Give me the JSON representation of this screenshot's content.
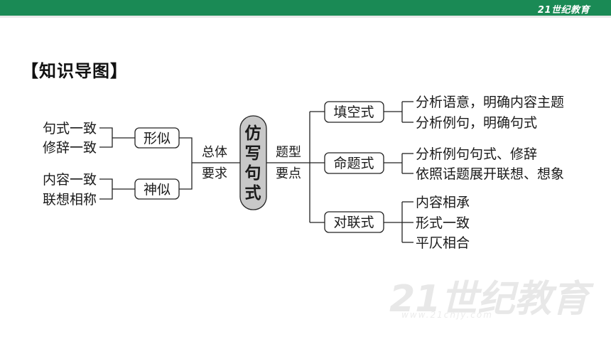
{
  "header": {
    "logo_text": "21世纪教育"
  },
  "section_title": "【知识导图】",
  "diagram": {
    "center": "仿写句式",
    "left_label": [
      "总体",
      "要求"
    ],
    "right_label": [
      "题型",
      "要点"
    ],
    "left_groups": [
      {
        "label": "形似",
        "items": [
          "句式一致",
          "修辞一致"
        ]
      },
      {
        "label": "神似",
        "items": [
          "内容一致",
          "联想相称"
        ]
      }
    ],
    "right_groups": [
      {
        "label": "填空式",
        "items": [
          "分析语意，明确内容主题",
          "分析例句，明确句式"
        ]
      },
      {
        "label": "命题式",
        "items": [
          "分析例句句式、修辞",
          "依照话题展开联想、想象"
        ]
      },
      {
        "label": "对联式",
        "items": [
          "内容相承",
          "形式一致",
          "平仄相合"
        ]
      }
    ]
  },
  "watermark": {
    "logo": "21世纪教育",
    "url": "www.21cnjy.com"
  },
  "colors": {
    "header": "#1a8a55",
    "center_fill": "#c8c8c8",
    "line": "#222222"
  }
}
